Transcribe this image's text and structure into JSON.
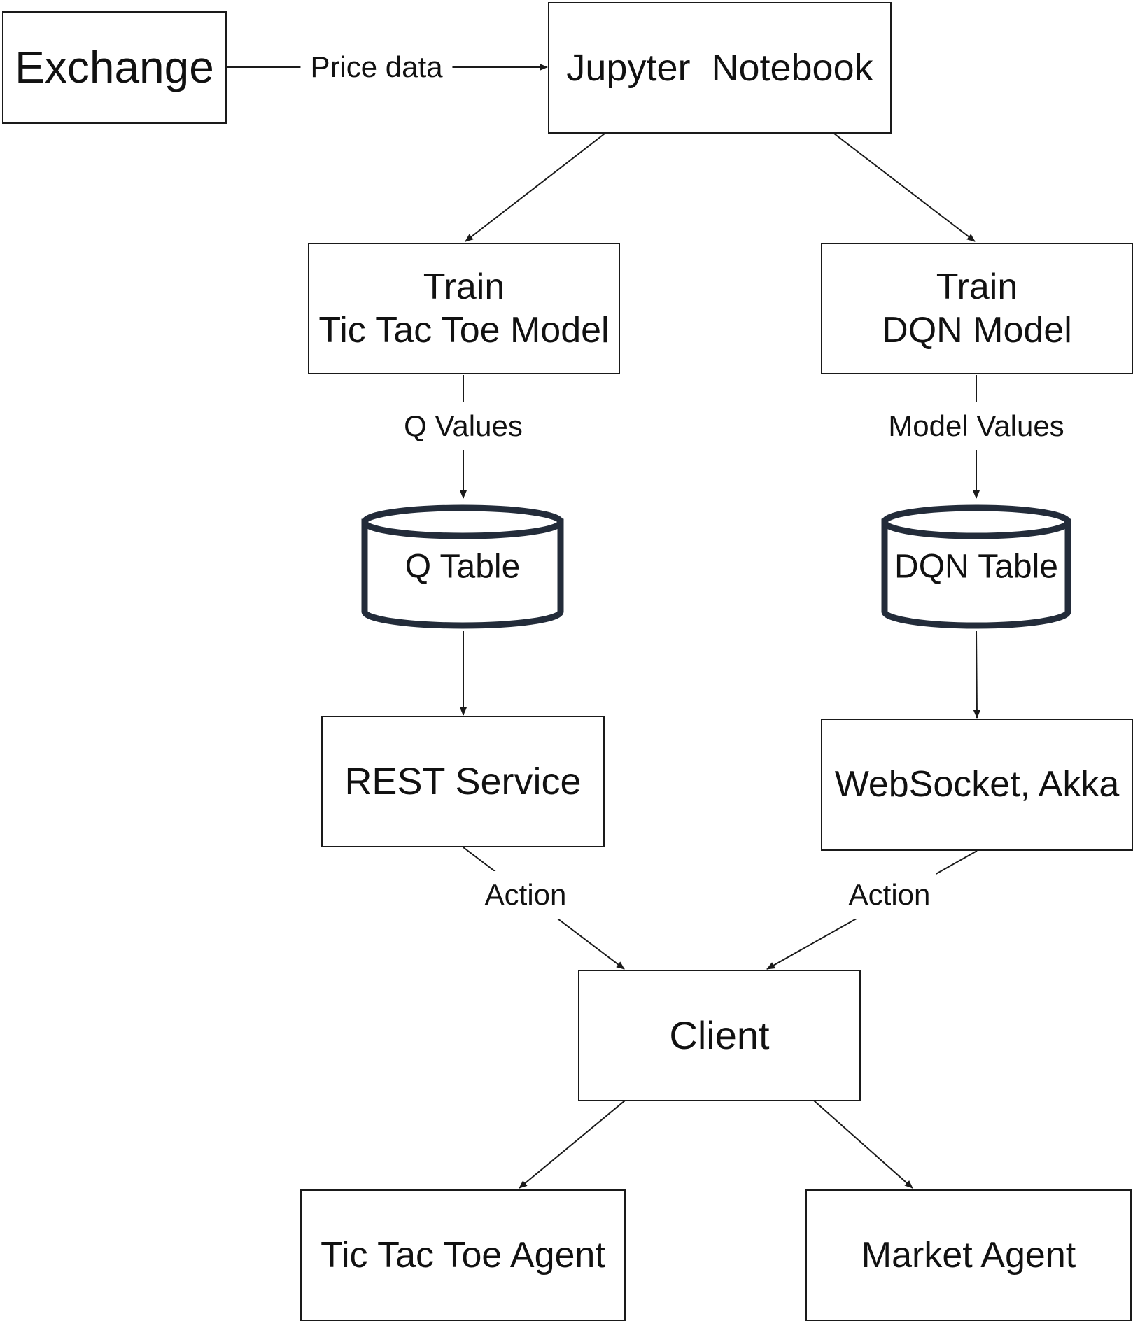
{
  "colors": {
    "line": "#1a1a1a",
    "cylinder_outline": "#232c3a",
    "text": "#111111",
    "background": "#ffffff"
  },
  "nodes": {
    "exchange": {
      "text": "Exchange"
    },
    "jupyter": {
      "text": "Jupyter  Notebook"
    },
    "train_ttt": {
      "line1": "Train",
      "line2": "Tic Tac Toe Model"
    },
    "train_dqn": {
      "line1": "Train",
      "line2": "DQN Model"
    },
    "q_table": {
      "text": "Q Table"
    },
    "dqn_table": {
      "text": "DQN Table"
    },
    "rest": {
      "text": "REST Service"
    },
    "websocket": {
      "text": "WebSocket, Akka"
    },
    "client": {
      "text": "Client"
    },
    "ttt_agent": {
      "text": "Tic Tac Toe Agent"
    },
    "market_agent": {
      "text": "Market Agent"
    }
  },
  "edges": {
    "price_data": "Price data",
    "q_values": "Q Values",
    "model_values": "Model Values",
    "action_left": "Action",
    "action_right": "Action"
  }
}
